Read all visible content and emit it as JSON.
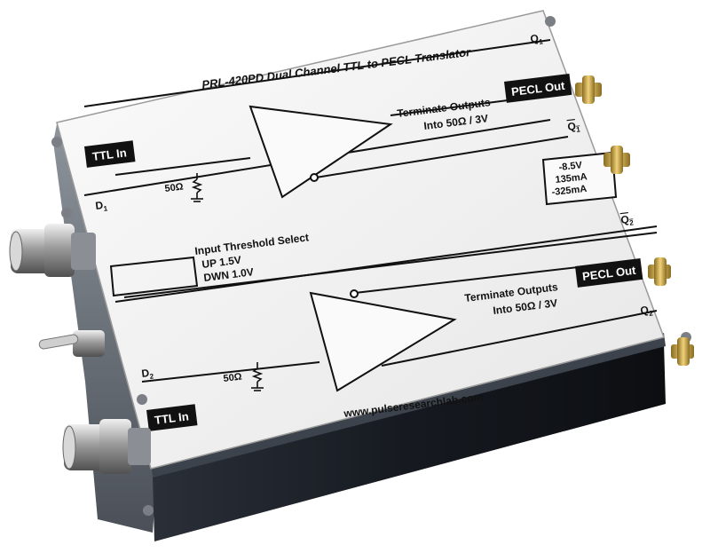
{
  "device": {
    "title": "PRL-420PD Dual Channel TTL to PECL Translator",
    "website": "www.pulseresearchlab.com",
    "ttl_in_1": "TTL In",
    "ttl_in_2": "TTL In",
    "pecl_out_1": "PECL Out",
    "pecl_out_2": "PECL Out",
    "q1": "Q",
    "q1_sub": "1",
    "q1bar": "Q",
    "q1bar_sub": "1",
    "q2bar": "Q",
    "q2bar_sub": "2",
    "q2": "Q",
    "q2_sub": "2",
    "d1": "D",
    "d1_sub": "1",
    "d2": "D",
    "d2_sub": "2",
    "res1": "50Ω",
    "res2": "50Ω",
    "term1_line1": "Terminate Outputs",
    "term1_line2": "Into 50Ω / 3V",
    "term2_line1": "Terminate Outputs",
    "term2_line2": "Into 50Ω / 3V",
    "threshold_title": "Input Threshold Select",
    "threshold_up": "UP 1.5V",
    "threshold_dwn": "DWN 1.0V",
    "power_v": "-8.5V",
    "power_i1": "135mA",
    "power_i2": "-325mA"
  },
  "colors": {
    "panel": "#f4f4f4",
    "body_dark": "#15181e",
    "label_bg": "#111111",
    "gold": "#c9a646",
    "line": "#111111"
  }
}
